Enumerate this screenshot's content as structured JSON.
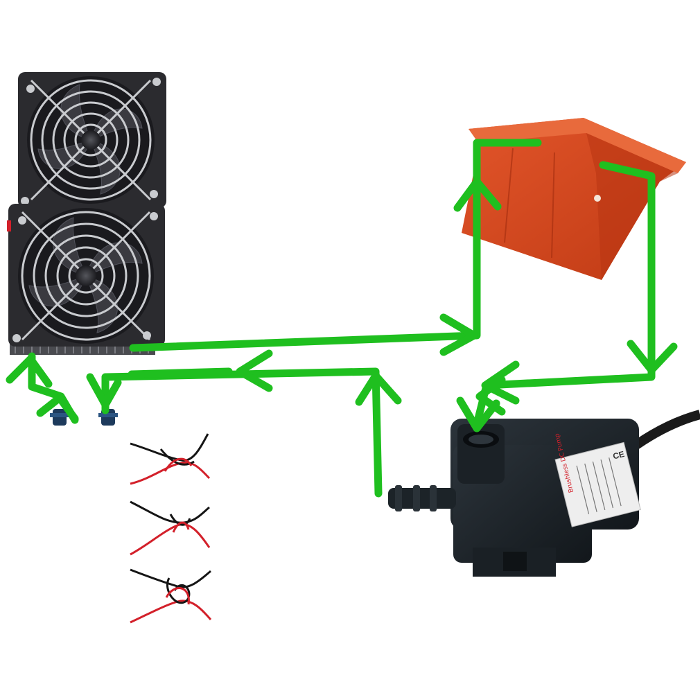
{
  "colors": {
    "flow_arrow": "#1fbf1f",
    "radiator_frame": "#2b2b2f",
    "fan_blade": "#3a3a40",
    "fan_guard": "#c9cbcf",
    "reservoir": "#d8451c",
    "reservoir_shade": "#b83512",
    "pump_body": "#1f252b",
    "wire_red": "#d3202a",
    "wire_black": "#151515",
    "background": "#ffffff"
  },
  "components": [
    {
      "id": "radiator",
      "icon": "dual-fan-radiator-icon"
    },
    {
      "id": "reservoir",
      "icon": "water-tank-icon"
    },
    {
      "id": "pump",
      "icon": "water-pump-icon"
    },
    {
      "id": "wiring",
      "icon": "twisted-wire-splice-icon"
    }
  ],
  "pump_label": {
    "title": "Brushless DC Pump",
    "mark": "CE"
  }
}
